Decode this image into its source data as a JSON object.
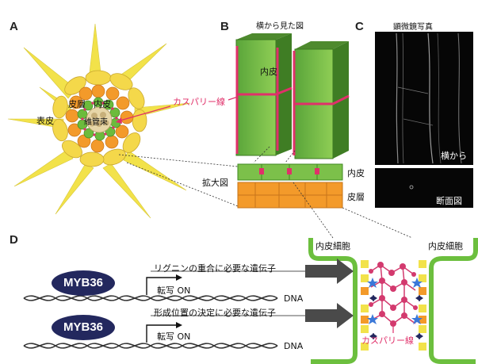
{
  "panel_a": {
    "label": "A",
    "epidermis": "表皮",
    "cortex": "皮層",
    "endodermis": "内皮",
    "vascular": "維管束"
  },
  "panel_b": {
    "label": "B",
    "side_view": "横から見た図",
    "endodermis": "内皮",
    "casparian": "カスパリー線",
    "enlarged": "拡大図",
    "endodermis2": "内皮",
    "cortex": "皮層"
  },
  "panel_c": {
    "label": "C",
    "title": "顕微鏡写真",
    "side": "横から",
    "section": "断面図"
  },
  "panel_d": {
    "label": "D",
    "gene1": "リグニンの重合に必要な遺伝子",
    "gene2": "形成位置の決定に必要な遺伝子",
    "myb": "MYB36",
    "myb2": "MYB36",
    "transcription": "転写 ON",
    "transcription2": "転写 ON",
    "dna": "DNA",
    "dna2": "DNA",
    "cell_left": "内皮細胞",
    "cell_right": "内皮細胞",
    "casparian": "カスパリー線"
  },
  "colors": {
    "endodermis_green": "#7cc04a",
    "cortex_orange": "#f39a2a",
    "epidermis_yellow": "#f2e24a",
    "casparian_pink": "#e0306a",
    "myb_navy": "#23285e"
  }
}
